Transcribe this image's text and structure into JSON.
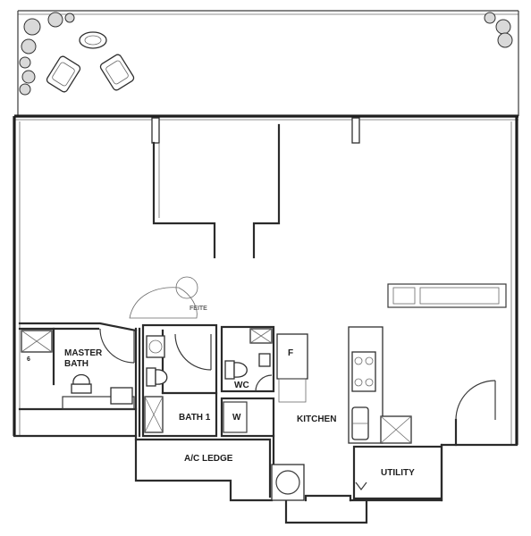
{
  "labels": {
    "master_bath": [
      "MASTER",
      "BATH"
    ],
    "bath1": "BATH 1",
    "wc": "WC",
    "w": "W",
    "f": "F",
    "kitchen": "KITCHEN",
    "ac_ledge": "A/C LEDGE",
    "utility": "UTILITY"
  }
}
